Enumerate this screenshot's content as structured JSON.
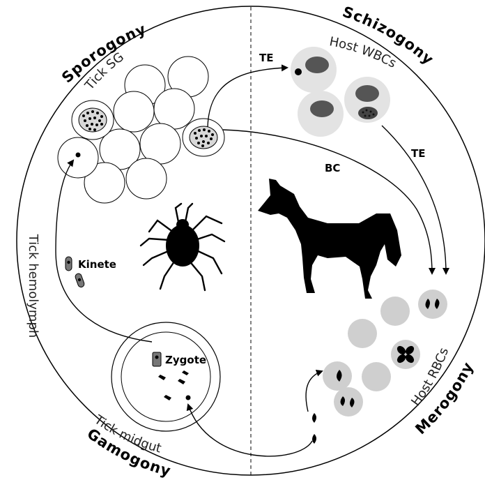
{
  "stages": {
    "sporogony": "Sporogony",
    "schizogony": "Schizogony",
    "merogony": "Merogony",
    "gamogony": "Gamogony"
  },
  "locations": {
    "tick_sg": "Tick SG",
    "host_wbcs": "Host WBCs",
    "host_rbcs": "Host RBCs",
    "tick_midgut": "Tick midgut",
    "tick_hemolymph": "Tick hemolymph"
  },
  "labels": {
    "te_top": "TE",
    "te_right": "TE",
    "bc": "BC",
    "kinete": "Kinete",
    "zygote": "Zygote"
  }
}
